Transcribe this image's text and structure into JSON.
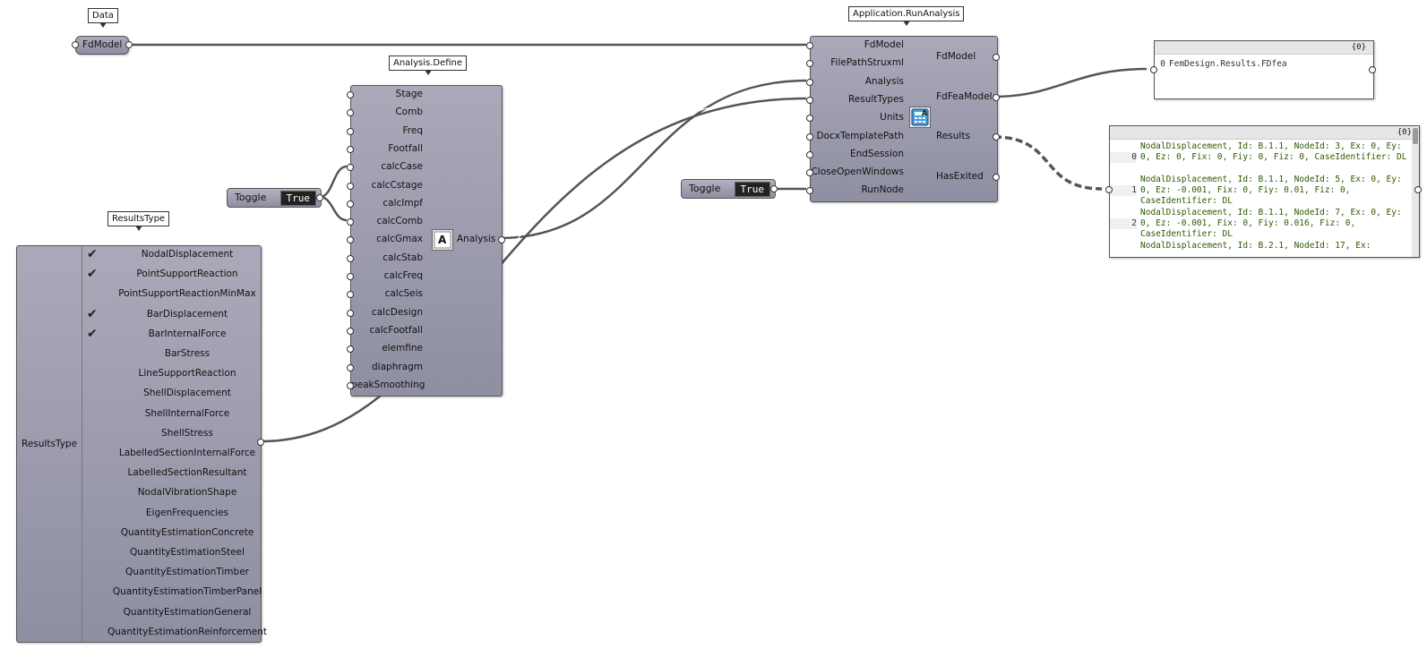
{
  "tags": {
    "data": "Data",
    "analysis_define": "Analysis.Define",
    "run_analysis": "Application.RunAnalysis",
    "results_type": "ResultsType"
  },
  "fdmodel_param": {
    "label": "FdModel"
  },
  "toggle_left": {
    "label": "Toggle",
    "value": "True"
  },
  "toggle_right": {
    "label": "Toggle",
    "value": "True"
  },
  "analysis_define": {
    "inputs": [
      "Stage",
      "Comb",
      "Freq",
      "Footfall",
      "calcCase",
      "calcCstage",
      "calcImpf",
      "calcComb",
      "calcGmax",
      "calcStab",
      "calcFreq",
      "calcSeis",
      "calcDesign",
      "calcFootfall",
      "elemfine",
      "diaphragm",
      "peakSmoothing"
    ],
    "output": "Analysis",
    "icon_name": "analysis-icon"
  },
  "run_analysis": {
    "inputs": [
      "FdModel",
      "FilePathStruxml",
      "Analysis",
      "ResultTypes",
      "Units",
      "DocxTemplatePath",
      "EndSession",
      "CloseOpenWindows",
      "RunNode"
    ],
    "outputs": [
      "FdModel",
      "FdFeaModel",
      "Results",
      "HasExited"
    ],
    "icon_name": "calculator-icon"
  },
  "results_type": {
    "output_label": "ResultsType",
    "items": [
      {
        "label": "NodalDisplacement",
        "checked": true
      },
      {
        "label": "PointSupportReaction",
        "checked": true
      },
      {
        "label": "PointSupportReactionMinMax",
        "checked": false
      },
      {
        "label": "BarDisplacement",
        "checked": true
      },
      {
        "label": "BarInternalForce",
        "checked": true
      },
      {
        "label": "BarStress",
        "checked": false
      },
      {
        "label": "LineSupportReaction",
        "checked": false
      },
      {
        "label": "ShellDisplacement",
        "checked": false
      },
      {
        "label": "ShellInternalForce",
        "checked": false
      },
      {
        "label": "ShellStress",
        "checked": false
      },
      {
        "label": "LabelledSectionInternalForce",
        "checked": false
      },
      {
        "label": "LabelledSectionResultant",
        "checked": false
      },
      {
        "label": "NodalVibrationShape",
        "checked": false
      },
      {
        "label": "EigenFrequencies",
        "checked": false
      },
      {
        "label": "QuantityEstimationConcrete",
        "checked": false
      },
      {
        "label": "QuantityEstimationSteel",
        "checked": false
      },
      {
        "label": "QuantityEstimationTimber",
        "checked": false
      },
      {
        "label": "QuantityEstimationTimberPanel",
        "checked": false
      },
      {
        "label": "QuantityEstimationGeneral",
        "checked": false
      },
      {
        "label": "QuantityEstimationReinforcement",
        "checked": false
      }
    ]
  },
  "panel_fea": {
    "header": "{0}",
    "rows": [
      {
        "index": "0",
        "text": "FemDesign.Results.FDfea"
      }
    ]
  },
  "panel_results": {
    "header": "{0}",
    "rows": [
      {
        "index": "0",
        "text": "NodalDisplacement, Id: B.1.1, NodeId: 3, Ex: 0, Ey: 0, Ez: 0, Fix: 0, Fiy: 0, Fiz: 0, CaseIdentifier: DL"
      },
      {
        "index": "1",
        "text": "NodalDisplacement, Id: B.1.1, NodeId: 5, Ex: 0, Ey: 0, Ez: -0.001, Fix: 0, Fiy: 0.01, Fiz: 0, CaseIdentifier: DL"
      },
      {
        "index": "2",
        "text": "NodalDisplacement, Id: B.1.1, NodeId: 7, Ex: 0, Ey: 0, Ez: -0.001, Fix: 0, Fiy: 0.016, Fiz: 0, CaseIdentifier: DL"
      },
      {
        "index": "",
        "text": "NodalDisplacement, Id: B.2.1, NodeId: 17, Ex:"
      }
    ]
  },
  "colors": {
    "component": "#9c9cb0",
    "wire": "#555555",
    "panel_text": "#2d5a00"
  }
}
